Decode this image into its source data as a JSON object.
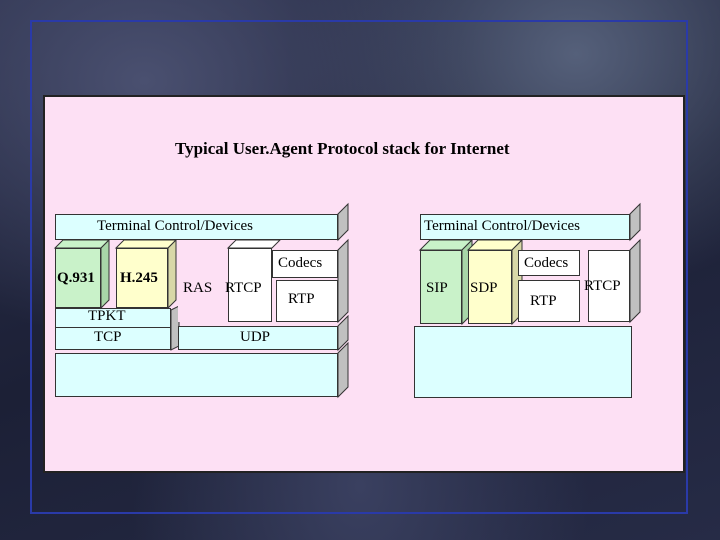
{
  "title": "Typical User.Agent Protocol stack for Internet",
  "h323": {
    "terminal": "Terminal Control/Devices",
    "codecs": "Codecs",
    "q931": "Q.931",
    "h245": "H.245",
    "ras": "RAS",
    "rtcp": "RTCP",
    "rtp": "RTP",
    "tpkt": "TPKT",
    "tcp": "TCP",
    "udp": "UDP"
  },
  "sip": {
    "terminal": "Terminal Control/Devices",
    "codecs": "Codecs",
    "sip": "SIP",
    "sdp": "SDP",
    "rtp": "RTP",
    "rtcp": "RTCP"
  },
  "colors": {
    "block_fill": "#dcffff",
    "green_fill": "#c9f2c9",
    "yellow_fill": "#ffffcc",
    "white_fill": "#ffffff",
    "side_fill": "#c0c0c0",
    "panel_fill": "#fde0f4"
  }
}
